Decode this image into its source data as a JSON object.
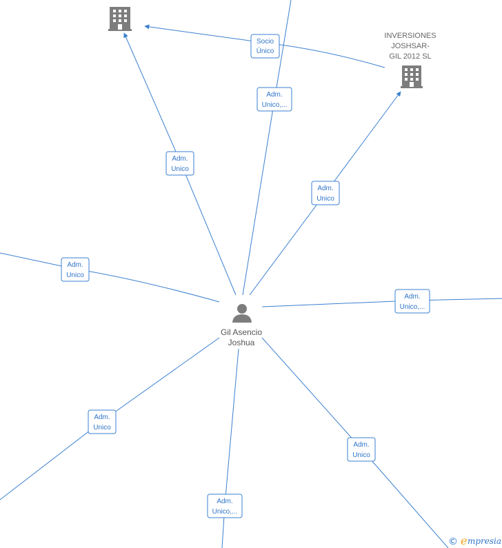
{
  "diagram": {
    "center_person": {
      "label_lines": [
        "Gil Asencio",
        "Joshua"
      ]
    },
    "companies": [
      {
        "id": "company-top-left",
        "label_lines": []
      },
      {
        "id": "company-inversiones",
        "label_lines": [
          "INVERSIONES",
          "JOSHSAR-",
          "GIL 2012 SL"
        ]
      }
    ],
    "edges": [
      {
        "id": "edge-socio-unico",
        "label_lines": [
          "Socio",
          "Único"
        ]
      },
      {
        "id": "edge-top-center",
        "label_lines": [
          "Adm.",
          "Unico,..."
        ]
      },
      {
        "id": "edge-top-left-company",
        "label_lines": [
          "Adm.",
          "Unico"
        ]
      },
      {
        "id": "edge-inversiones",
        "label_lines": [
          "Adm.",
          "Unico"
        ]
      },
      {
        "id": "edge-left",
        "label_lines": [
          "Adm.",
          "Unico"
        ]
      },
      {
        "id": "edge-right",
        "label_lines": [
          "Adm.",
          "Unico,..."
        ]
      },
      {
        "id": "edge-bottom-left",
        "label_lines": [
          "Adm.",
          "Unico"
        ]
      },
      {
        "id": "edge-bottom-center",
        "label_lines": [
          "Adm.",
          "Unico,..."
        ]
      },
      {
        "id": "edge-bottom-right",
        "label_lines": [
          "Adm.",
          "Unico"
        ]
      }
    ],
    "colors": {
      "edge": "#3a7fd0",
      "icon": "#7d7d7d",
      "brand_accent": "#f0a21a"
    }
  },
  "brand": {
    "copyright_symbol": "©",
    "initial": "e",
    "rest": "mpresia"
  }
}
